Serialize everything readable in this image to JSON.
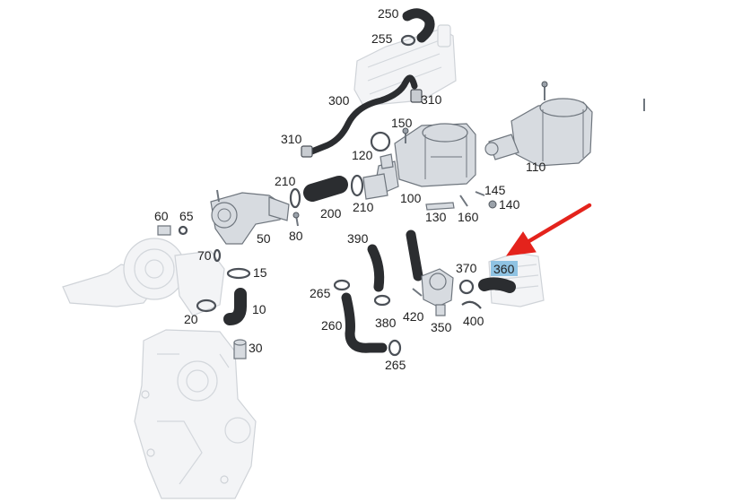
{
  "callouts": {
    "c250": "250",
    "c255": "255",
    "c310a": "310",
    "c300": "300",
    "c150": "150",
    "c310b": "310",
    "c120": "120",
    "c110": "110",
    "c210a": "210",
    "c100": "100",
    "c145": "145",
    "c60": "60",
    "c65": "65",
    "c200": "200",
    "c210b": "210",
    "c130": "130",
    "c160": "160",
    "c140": "140",
    "c80": "80",
    "c50": "50",
    "c70": "70",
    "c390": "390",
    "c15": "15",
    "c370": "370",
    "c360": "360",
    "c265a": "265",
    "c10": "10",
    "c380": "380",
    "c420": "420",
    "c400": "400",
    "c20": "20",
    "c260": "260",
    "c350": "350",
    "c30": "30",
    "c265b": "265"
  },
  "highlight": {
    "part": "360",
    "color": "#8fc3e3"
  },
  "arrow_color": "#e4231c"
}
